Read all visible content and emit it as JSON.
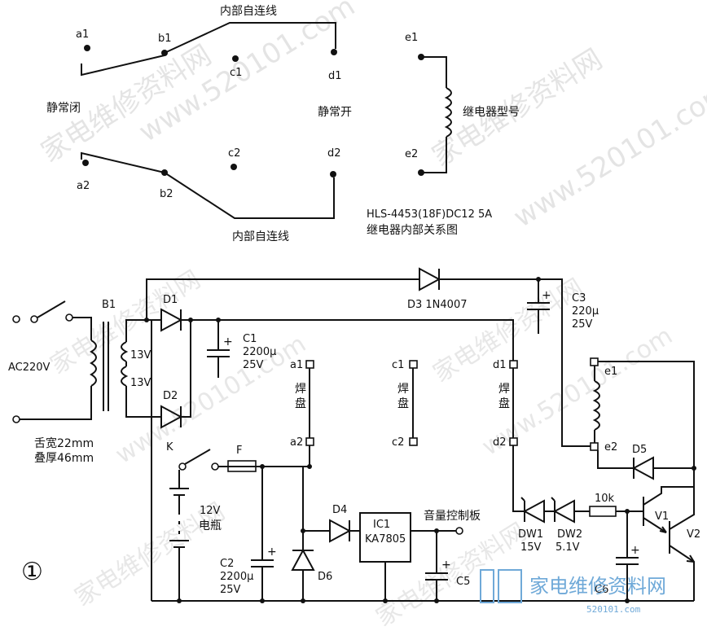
{
  "relay_diagram": {
    "top_link_label": "内部自连线",
    "bottom_link_label": "内部自连线",
    "nc_label": "静常闭",
    "no_label": "静常开",
    "coil_label": "继电器型号",
    "model_line1": "HLS-4453(18F)DC12  5A",
    "model_line2": "继电器内部关系图",
    "pins": [
      "a1",
      "b1",
      "c1",
      "d1",
      "a2",
      "b2",
      "c2",
      "d2",
      "e1",
      "e2"
    ]
  },
  "circuit": {
    "transformer": "B1",
    "ac_input": "AC220V",
    "winding_top": "13V",
    "winding_bottom": "13V",
    "core_note_1": "舌宽22mm",
    "core_note_2": "叠厚46mm",
    "switch": "K",
    "fuse": "F",
    "battery_v": "12V",
    "battery_name": "电瓶",
    "d1": "D1",
    "d2": "D2",
    "d3": "D3 1N4007",
    "d4": "D4",
    "d5": "D5",
    "d6": "D6",
    "c1_name": "C1",
    "c1_val": "2200μ",
    "c1_v": "25V",
    "c2_name": "C2",
    "c2_val": "2200μ",
    "c2_v": "25V",
    "c3_name": "C3",
    "c3_val": "220μ",
    "c3_v": "25V",
    "c5": "C5",
    "c6": "C6",
    "ic1_name": "IC1",
    "ic1_part": "KA7805",
    "amp_board": "音量控制板",
    "pad": "焊盘",
    "dw1_name": "DW1",
    "dw1_v": "15V",
    "dw2_name": "DW2",
    "dw2_v": "5.1V",
    "r1": "10k",
    "v1": "V1",
    "v2": "V2",
    "fig_no": "①",
    "plus": "+"
  },
  "watermarks": {
    "site": "www.520101.com",
    "cn": "家电维修资料网",
    "brand": "家电维修资料网",
    "brand_url": "520101.com"
  }
}
